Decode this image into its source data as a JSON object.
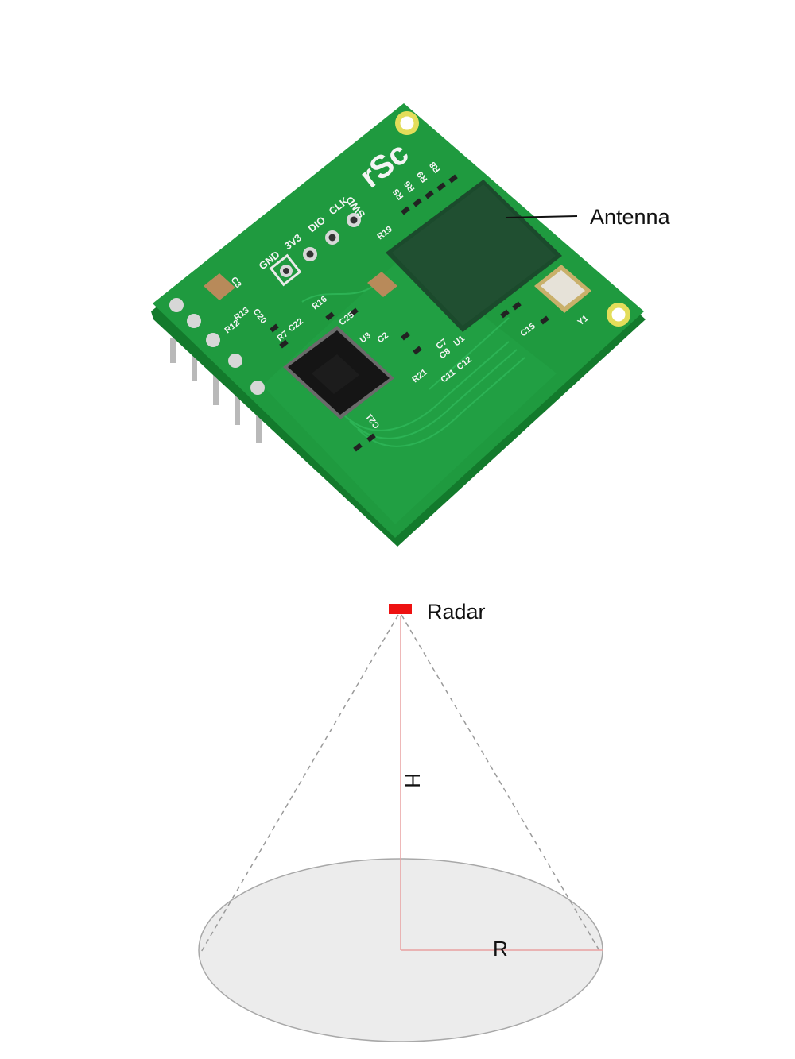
{
  "labels": {
    "antenna": "Antenna",
    "radar": "Radar",
    "height": "H",
    "radius": "R"
  },
  "board": {
    "logo": "rSc",
    "pin_header_labels": [
      "GND",
      "3V3",
      "DIO",
      "CLK",
      "SWD"
    ],
    "silkscreen": [
      "C3",
      "R12",
      "R13",
      "C20",
      "R7",
      "C22",
      "R16",
      "C25",
      "U3",
      "R19",
      "C2",
      "C7",
      "C8",
      "U1",
      "R21",
      "C11",
      "C12",
      "C15",
      "Y1",
      "R5",
      "R6",
      "R9",
      "R8",
      "C21"
    ]
  },
  "colors": {
    "pcb": "#1f9a3f",
    "pcb_edge": "#137a2c",
    "shield": "#1b4a2c",
    "marker": "#ee1111",
    "height_line": "#e8a0a0",
    "cone_outline": "#9a9a9a",
    "base_fill": "#ececec"
  }
}
